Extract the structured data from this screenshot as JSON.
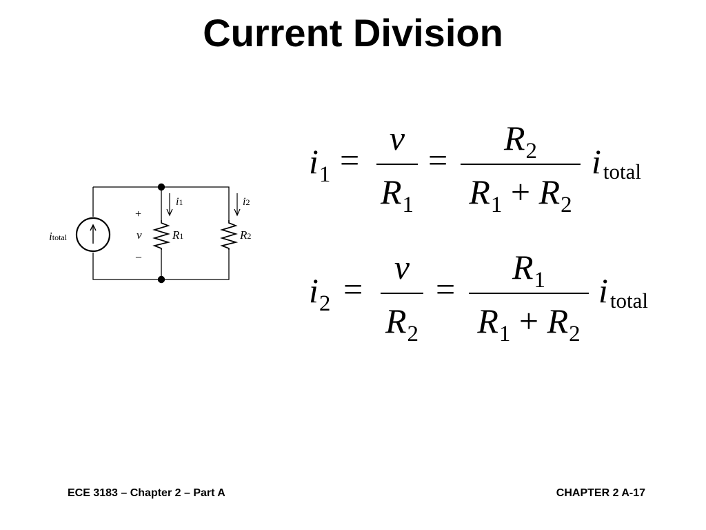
{
  "title": "Current Division",
  "circuit": {
    "source_label": "i",
    "source_label_sub": "total",
    "plus": "+",
    "minus": "–",
    "voltage": "v",
    "branch1_current": "i",
    "branch1_current_sub": "1",
    "branch2_current": "i",
    "branch2_current_sub": "2",
    "resistor1": "R",
    "resistor1_sub": "1",
    "resistor2": "R",
    "resistor2_sub": "2"
  },
  "equation1": {
    "lhs": "i",
    "lhs_sub": "1",
    "eq": "=",
    "frac1_num": "v",
    "frac1_den": "R",
    "frac1_den_sub": "1",
    "frac2_num": "R",
    "frac2_num_sub": "2",
    "frac2_den_a": "R",
    "frac2_den_a_sub": "1",
    "frac2_den_plus": "+",
    "frac2_den_b": "R",
    "frac2_den_b_sub": "2",
    "rhs": "i",
    "rhs_sub": "total"
  },
  "equation2": {
    "lhs": "i",
    "lhs_sub": "2",
    "eq": "=",
    "frac1_num": "v",
    "frac1_den": "R",
    "frac1_den_sub": "2",
    "frac2_num": "R",
    "frac2_num_sub": "1",
    "frac2_den_a": "R",
    "frac2_den_a_sub": "1",
    "frac2_den_plus": "+",
    "frac2_den_b": "R",
    "frac2_den_b_sub": "2",
    "rhs": "i",
    "rhs_sub": "total"
  },
  "footer": {
    "left": "ECE 3183 – Chapter 2 – Part A",
    "right": "CHAPTER 2 A-17"
  }
}
